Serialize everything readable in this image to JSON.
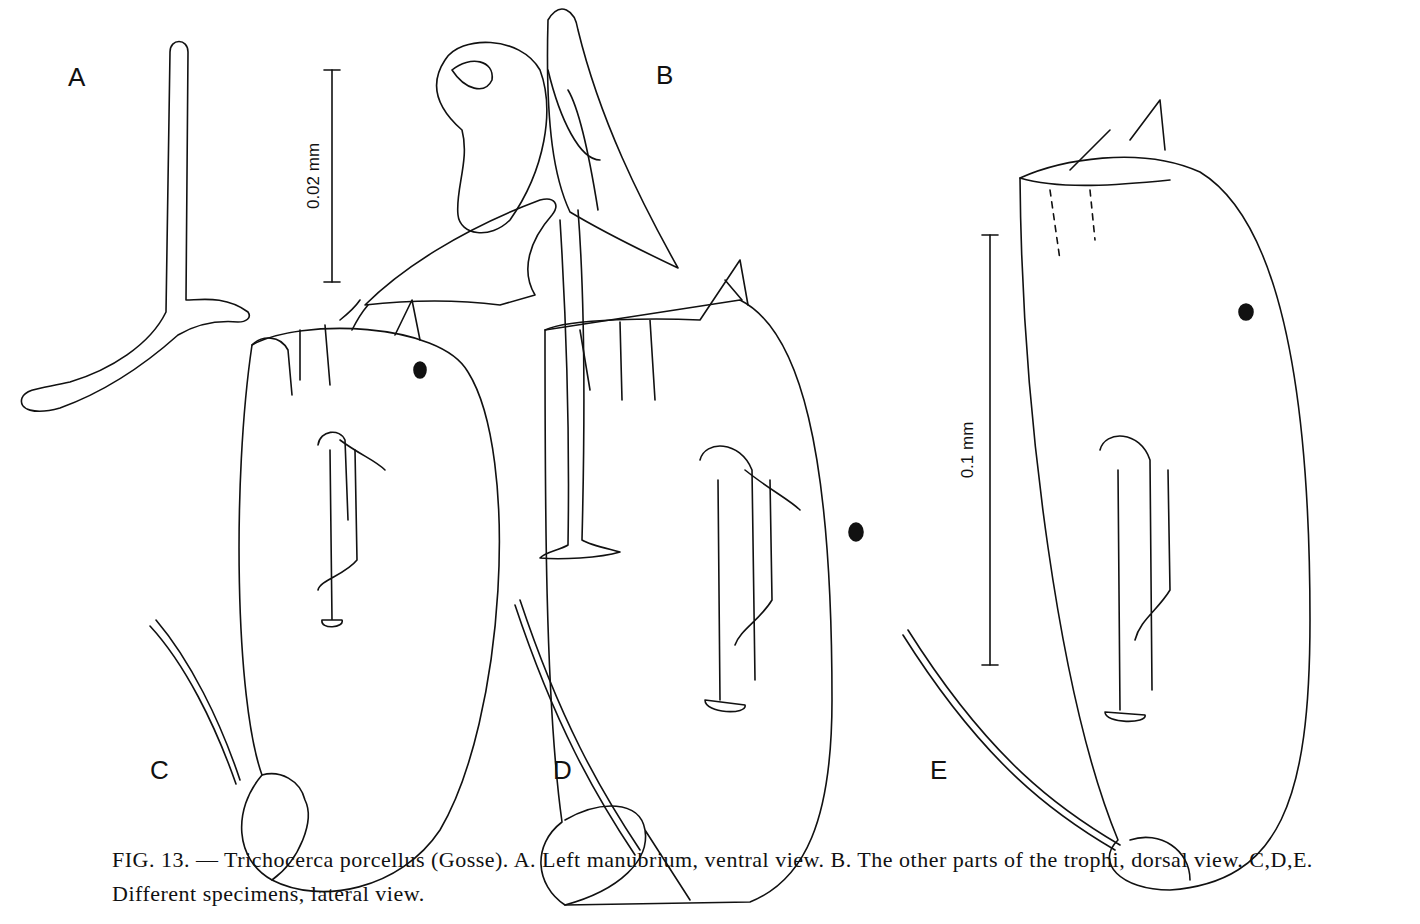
{
  "diagram": {
    "caption": "FIG. 13. — Trichocerca porcellus (Gosse). A. Left manubrium, ventral view. B. The other parts of the trophi, dorsal view. C,D,E. Different specimens, lateral view.",
    "labels": [
      "A",
      "B",
      "C",
      "D",
      "E",
      "0.02 mm",
      "0.1 mm"
    ]
  }
}
